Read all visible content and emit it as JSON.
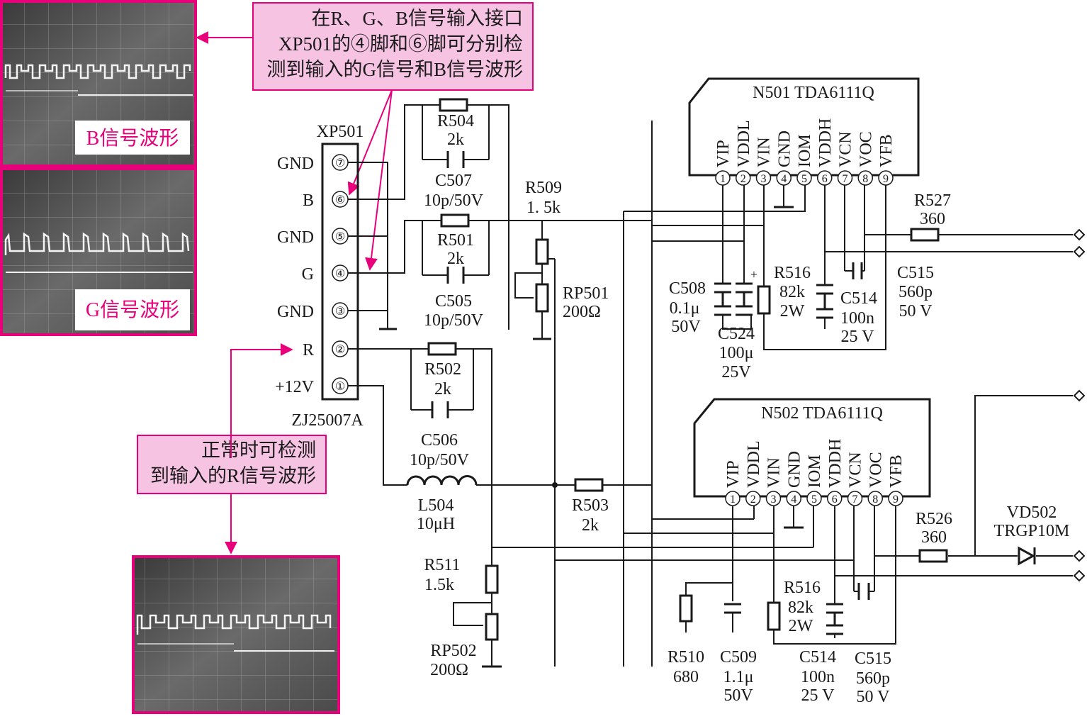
{
  "callouts": {
    "top_line1": "在R、G、B信号输入接口",
    "top_line2": "XP501的④脚和⑥脚可分别检",
    "top_line3": "测到输入的G信号和B信号波形",
    "bottom_line1": "正常时可检测",
    "bottom_line2": "到输入的R信号波形"
  },
  "waveforms": {
    "b_label": "B信号波形",
    "g_label": "G信号波形"
  },
  "connector": {
    "name": "XP501",
    "part": "ZJ25007A",
    "pins": [
      {
        "num": "⑦",
        "label": "GND"
      },
      {
        "num": "⑥",
        "label": "B"
      },
      {
        "num": "⑤",
        "label": "GND"
      },
      {
        "num": "④",
        "label": "G"
      },
      {
        "num": "③",
        "label": "GND"
      },
      {
        "num": "②",
        "label": "R"
      },
      {
        "num": "①",
        "label": "+12V"
      }
    ]
  },
  "components": {
    "r504": {
      "ref": "R504",
      "val": "2k"
    },
    "c507": {
      "ref": "C507",
      "val": "10p/50V"
    },
    "r501": {
      "ref": "R501",
      "val": "2k"
    },
    "c505": {
      "ref": "C505",
      "val": "10p/50V"
    },
    "r502": {
      "ref": "R502",
      "val": "2k"
    },
    "c506": {
      "ref": "C506",
      "val": "10p/50V"
    },
    "l504": {
      "ref": "L504",
      "val": "10μH"
    },
    "r509": {
      "ref": "R509",
      "val": "1. 5k"
    },
    "rp501": {
      "ref": "RP501",
      "val": "200Ω"
    },
    "r503": {
      "ref": "R503",
      "val": "2k"
    },
    "r511": {
      "ref": "R511",
      "val": "1.5k"
    },
    "rp502": {
      "ref": "RP502",
      "val": "200Ω"
    },
    "c508": {
      "ref": "C508",
      "val1": "0.1μ",
      "val2": "50V"
    },
    "c524": {
      "ref": "C524",
      "val1": "100μ",
      "val2": "25V"
    },
    "r516_top": {
      "ref": "R516",
      "val1": "82k",
      "val2": "2W"
    },
    "c514_top": {
      "ref": "C514",
      "val1": "100n",
      "val2": "25 V"
    },
    "c515_top": {
      "ref": "C515",
      "val1": "560p",
      "val2": "50 V"
    },
    "r527": {
      "ref": "R527",
      "val": "360"
    },
    "r526": {
      "ref": "R526",
      "val": "360"
    },
    "vd502": {
      "ref": "VD502",
      "val": "TRGP10M"
    },
    "r510": {
      "ref": "R510",
      "val": "680"
    },
    "c509": {
      "ref": "C509",
      "val1": "1.1μ",
      "val2": "50V"
    },
    "r516_bot": {
      "ref": "R516",
      "val1": "82k",
      "val2": "2W"
    },
    "c514_bot": {
      "ref": "C514",
      "val1": "100n",
      "val2": "25 V"
    },
    "c515_bot": {
      "ref": "C515",
      "val1": "560p",
      "val2": "50 V"
    }
  },
  "ic_top": {
    "title": "N501  TDA6111Q",
    "pins": [
      "VIP",
      "VDDL",
      "VIN",
      "GND",
      "IOM",
      "VDDH",
      "VCN",
      "VOC",
      "VFB"
    ],
    "nums": [
      "1",
      "2",
      "3",
      "4",
      "5",
      "6",
      "7",
      "8",
      "9"
    ],
    "plus": "+"
  },
  "ic_bot": {
    "title": "N502  TDA6111Q",
    "pins": [
      "VIP",
      "VDDL",
      "VIN",
      "GND",
      "IOM",
      "VDDH",
      "VCN",
      "VOC",
      "VFB"
    ],
    "nums": [
      "1",
      "2",
      "3",
      "4",
      "5",
      "6",
      "7",
      "8",
      "9"
    ]
  },
  "colors": {
    "accent": "#e8007a",
    "callout_fill": "#f6c3e3",
    "line": "#1a1a1a"
  }
}
